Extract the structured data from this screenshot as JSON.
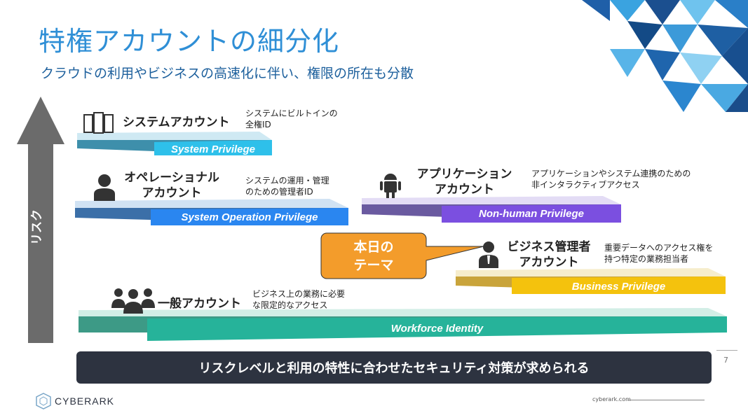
{
  "title": "特権アカウントの細分化",
  "subtitle": "クラウドの利用やビジネスの高速化に伴い、権限の所在も分散",
  "risk_axis_label": "リスク",
  "accounts": [
    {
      "name": "システムアカウント",
      "description": [
        "システムにビルトインの",
        "全権ID"
      ],
      "privilege": "System Privilege",
      "icon": "server-icon",
      "color": "#2ec0ea"
    },
    {
      "name": [
        "オペレーショナル",
        "アカウント"
      ],
      "description": [
        "システムの運用・管理",
        "のための管理者ID"
      ],
      "privilege": "System Operation Privilege",
      "icon": "person-icon",
      "color": "#2a86f0"
    },
    {
      "name": [
        "アプリケーション",
        "アカウント"
      ],
      "description": [
        "アプリケーションやシステム連携のための",
        "非インタラクティブアクセス"
      ],
      "privilege": "Non-human Privilege",
      "icon": "android-icon",
      "color": "#7b4fe0"
    },
    {
      "name": [
        "ビジネス管理者",
        "アカウント"
      ],
      "description": [
        "重要データへのアクセス権を",
        "持つ特定の業務担当者"
      ],
      "privilege": "Business Privilege",
      "icon": "businessman-icon",
      "color": "#f4c20d"
    },
    {
      "name": "一般アカウント",
      "description": [
        "ビジネス上の業務に必要",
        "な限定的なアクセス"
      ],
      "privilege": "Workforce Identity",
      "icon": "group-icon",
      "color": "#26b39a"
    }
  ],
  "callout": [
    "本日の",
    "テーマ"
  ],
  "conclusion": "リスクレベルと利用の特性に合わせたセキュリティ対策が求められる",
  "page_number": "7",
  "footer": {
    "brand": "CYBERARK",
    "url": "cyberark.com"
  }
}
